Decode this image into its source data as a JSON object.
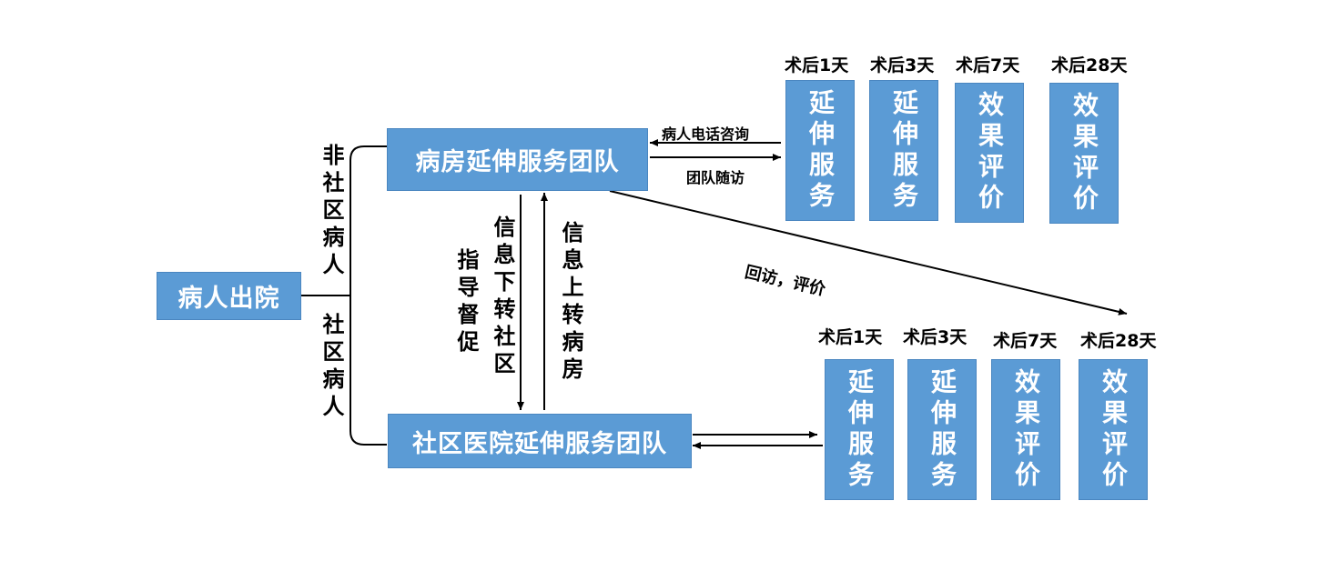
{
  "discharge": "病人出院",
  "ward_team": "病房延伸服务团队",
  "community_team": "社区医院延伸服务团队",
  "non_community_patient": "非社区病人",
  "community_patient": "社区病人",
  "info_down": "信息下转社区",
  "guide_supervise": "指导督促",
  "info_up": "信息上转病房",
  "phone_consult": "病人电话咨询",
  "team_followup": "团队随访",
  "revisit_eval": "回访，评价",
  "top_days": [
    "术后1天",
    "术后3天",
    "术后7天",
    "术后28天"
  ],
  "top_boxes": [
    "延伸服务",
    "延伸服务",
    "效果评价",
    "效果评价"
  ],
  "bottom_days": [
    "术后1天",
    "术后3天",
    "术后7天",
    "术后28天"
  ],
  "bottom_boxes": [
    "延伸服务",
    "延伸服务",
    "效果评价",
    "效果评价"
  ]
}
